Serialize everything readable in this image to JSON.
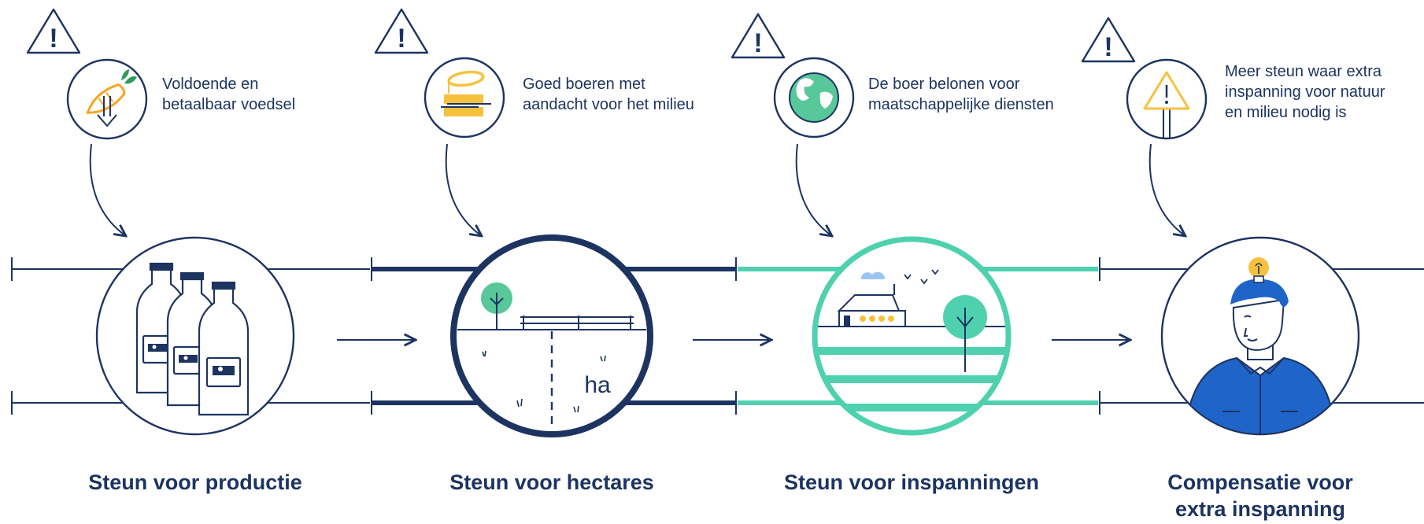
{
  "colors": {
    "navy": "#1d3461",
    "teal": "#4fd1b0",
    "orange": "#f5a623",
    "yellow": "#f6c23e",
    "blue": "#1f64c8",
    "earth_green": "#58c79a"
  },
  "stages": [
    {
      "goal_line1": "Voldoende en",
      "goal_line2": "betaalbaar voedsel",
      "title_line1": "Steun voor productie",
      "title_line2": "",
      "goal_icon": "carrot-icon",
      "illustration": "milk-bottles-icon"
    },
    {
      "goal_line1": "Goed boeren met",
      "goal_line2": "aandacht voor het milieu",
      "title_line1": "Steun voor hectares",
      "title_line2": "",
      "goal_icon": "coins-icon",
      "illustration": "field-hectares-icon",
      "hectare_label": "ha"
    },
    {
      "goal_line1": "De boer belonen voor",
      "goal_line2": "maatschappelijke diensten",
      "title_line1": "Steun voor inspanningen",
      "title_line2": "",
      "goal_icon": "globe-icon",
      "illustration": "farm-landscape-icon"
    },
    {
      "goal_line1": "Meer steun waar extra",
      "goal_line2": "inspanning voor natuur",
      "goal_line3": "en milieu nodig is",
      "title_line1": "Compensatie voor",
      "title_line2": "extra inspanning",
      "goal_icon": "warning-sign-icon",
      "illustration": "farmer-idea-icon"
    }
  ],
  "warning_symbol": "!"
}
